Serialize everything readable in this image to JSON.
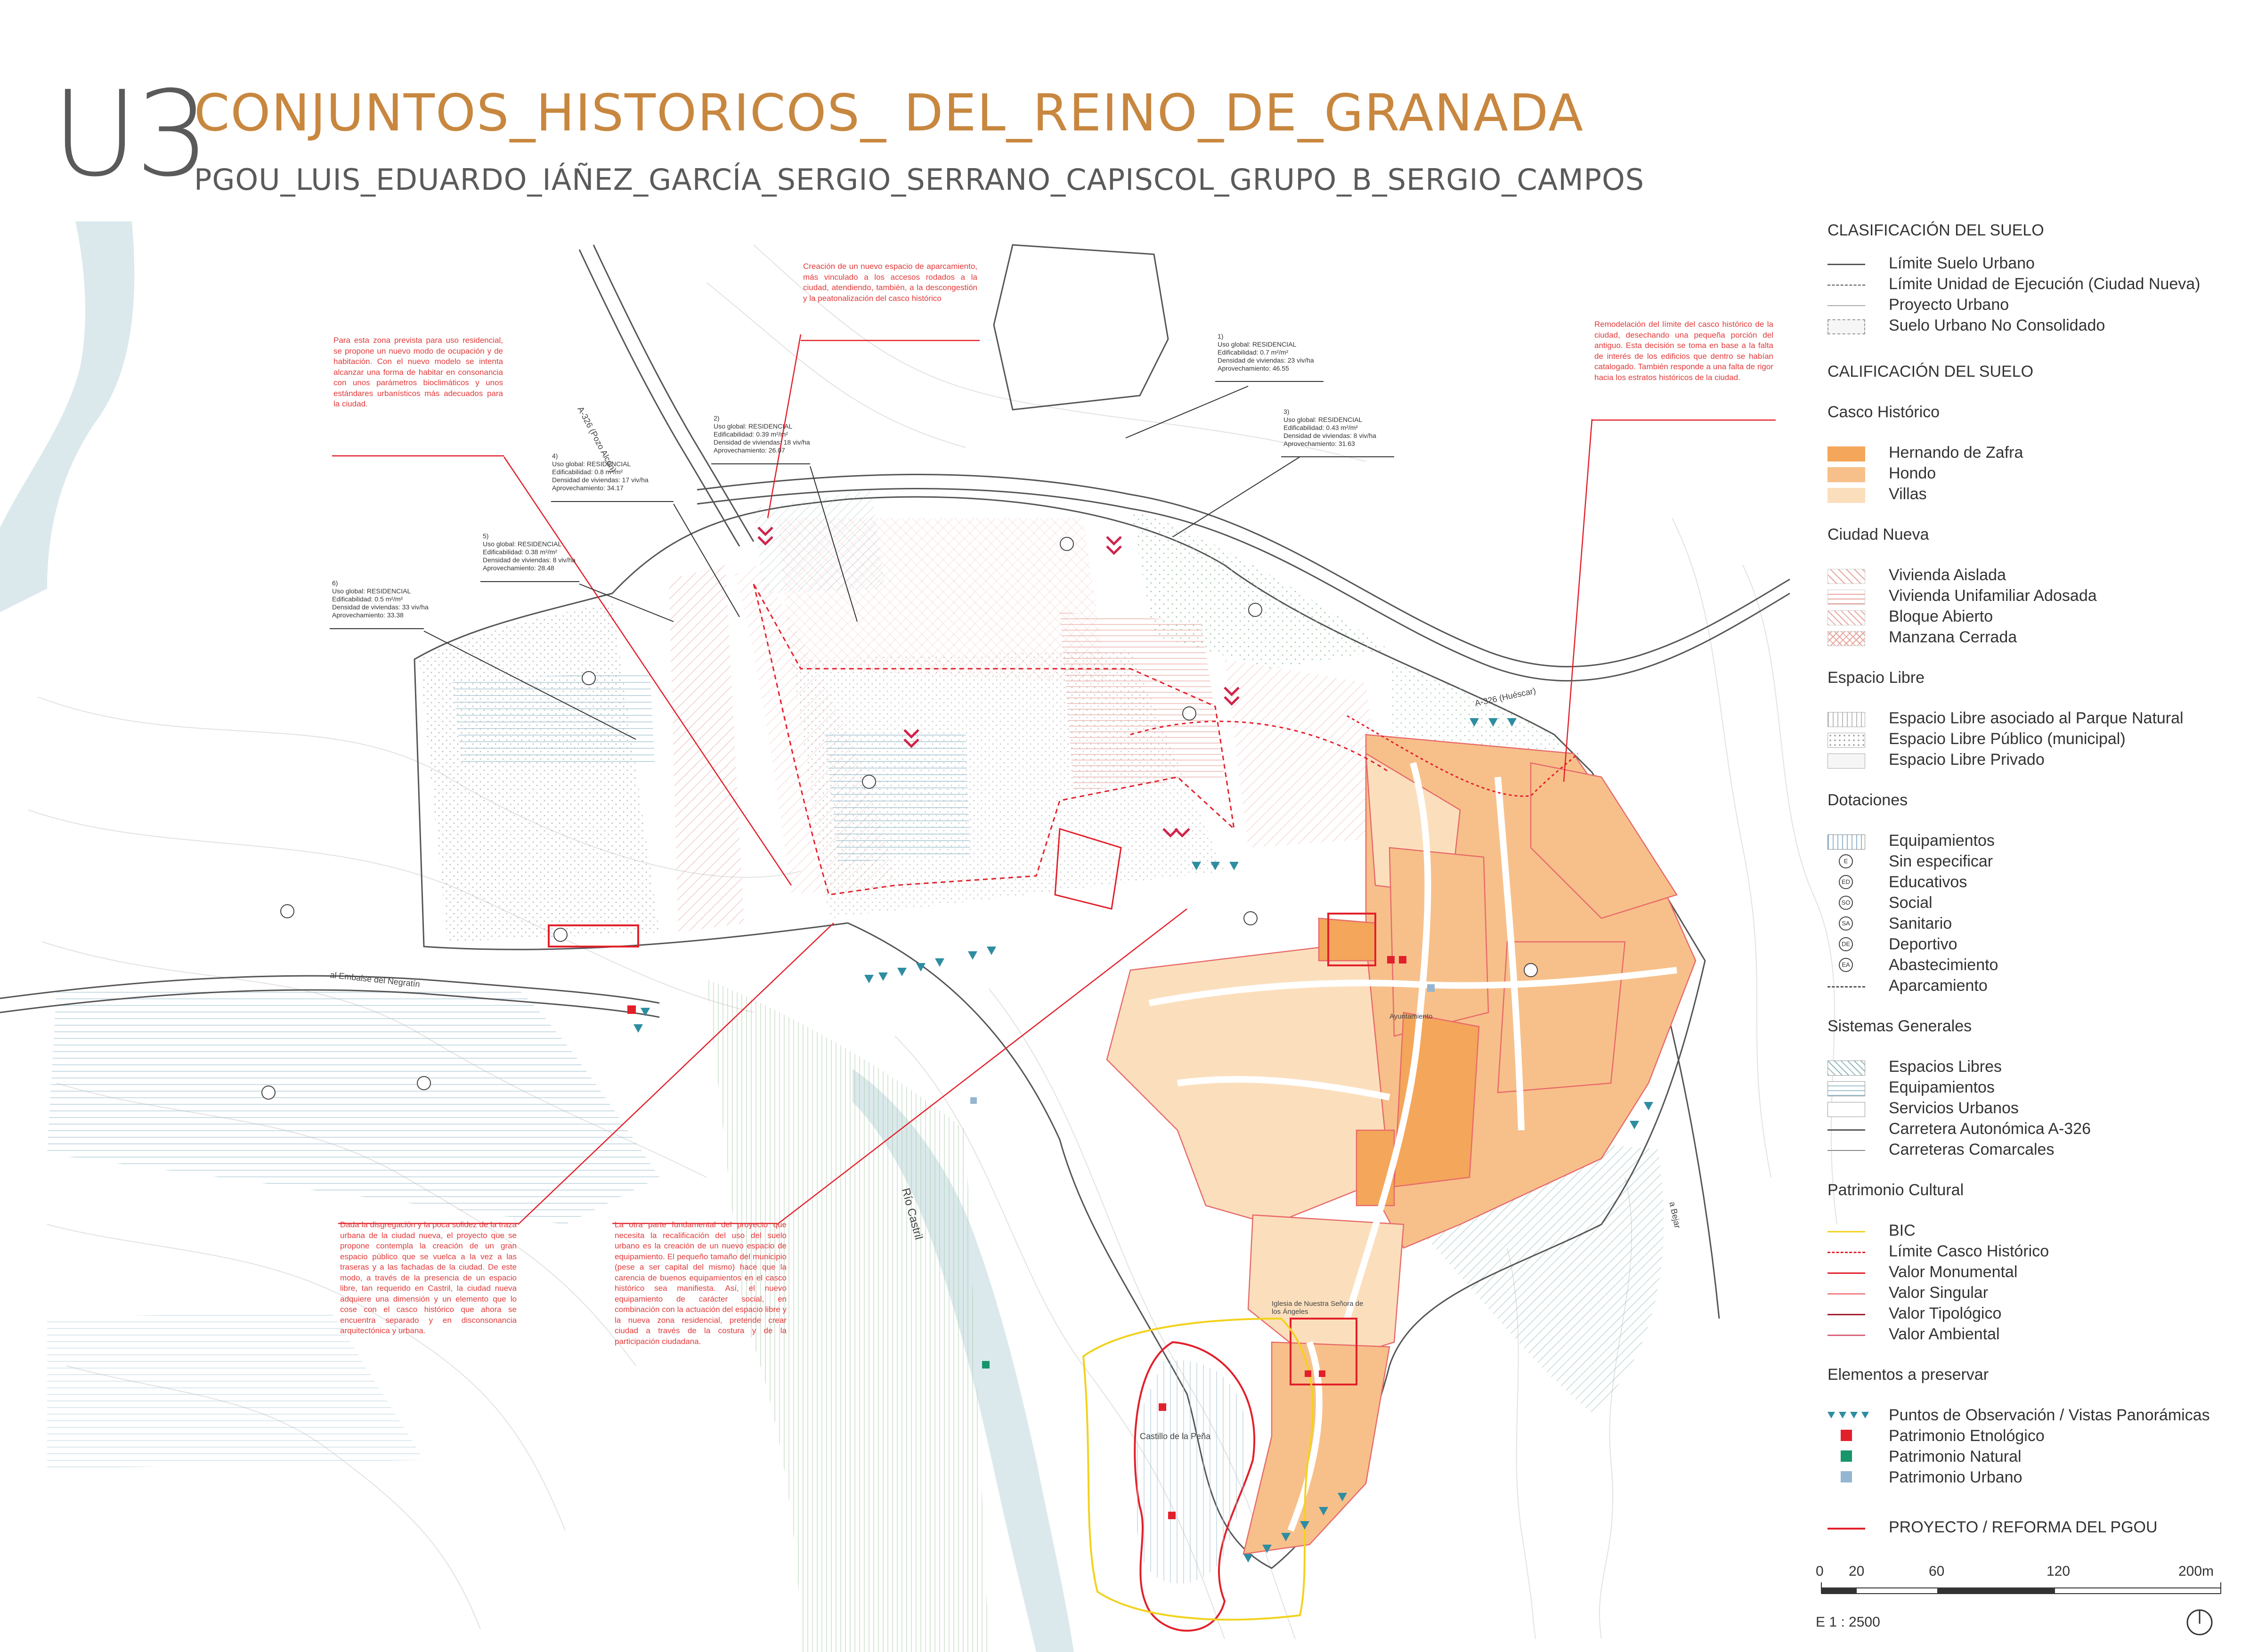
{
  "header": {
    "code": "U3",
    "title": "CONJUNTOS_HISTORICOS_ DEL_REINO_DE_GRANADA",
    "subtitle": "PGOU_LUIS_EDUARDO_IÁÑEZ_GARCÍA_SERGIO_SERRANO_CAPISCOL_GRUPO_B_SERGIO_CAMPOS"
  },
  "colors": {
    "hernando": "#f4a65a",
    "hondo": "#f7c08a",
    "villas": "#fbdfbd",
    "red": "#e2202b",
    "water": "#dbe9ec",
    "bic": "#f2d21e",
    "title_orange": "#c8873f"
  },
  "notes": {
    "n1": "Para esta zona prevista para uso residencial, se propone un nuevo modo de ocupación y de habitación. Con el nuevo modelo se intenta alcanzar una forma de habitar en consonancia con unos parámetros bioclimáticos y unos estándares urbanísticos más adecuados para la ciudad.",
    "n2": "Creación de un nuevo espacio de aparcamiento, más vinculado a los accesos rodados a la ciudad, atendiendo, también, a la descongestión y la peatonalización del casco histórico",
    "n3": "Remodelación del límite del casco histórico de la ciudad, desechando una pequeña porción del antiguo. Esta decisión se toma en base a la falta de interés de los edificios que dentro se habían catalogado. También responde a una falta de rigor hacia los estratos históricos de la ciudad.",
    "n4": "Dada la disgregación y la poca solidez de la traza urbana de la ciudad nueva, el proyecto que se propone contempla la creación de un gran espacio público que se vuelca a la vez a las traseras y a las fachadas de la ciudad. De este modo, a través de la presencia de un espacio libre, tan requerido en Castril, la ciudad nueva adquiere una dimensión y un elemento que lo cose con el casco histórico que ahora se encuentra separado y en disconsonancia arquitectónica y urbana.",
    "n5": "La otra parte fundamental del proyecto que necesita la recalificación del uso del suelo urbano es la creación de un nuevo espacio de equipamiento. El pequeño tamaño del municipio (pese a ser capital del mismo) hace que la carencia de buenos equipamientos en el casco histórico sea manifiesta. Así, el nuevo equipamiento de carácter social, en combinación con la actuación del espacio libre y la nueva zona residencial, pretende crear ciudad a través de la costura y de la participación ciudadana."
  },
  "insets": [
    {
      "num": "1)",
      "l1": "Uso global: RESIDENCIAL",
      "l2": "Edificabilidad: 0.7 m²/m²",
      "l3": "Densidad de viviendas: 23 viv/ha",
      "l4": "Aprovechamiento: 46.55"
    },
    {
      "num": "2)",
      "l1": "Uso global: RESIDENCIAL",
      "l2": "Edificabilidad: 0.39 m²/m²",
      "l3": "Densidad de viviendas: 18 viv/ha",
      "l4": "Aprovechamiento: 26.07"
    },
    {
      "num": "3)",
      "l1": "Uso global: RESIDENCIAL",
      "l2": "Edificabilidad: 0.43 m²/m²",
      "l3": "Densidad de viviendas: 8 viv/ha",
      "l4": "Aprovechamiento: 31.63"
    },
    {
      "num": "4)",
      "l1": "Uso global: RESIDENCIAL",
      "l2": "Edificabilidad: 0.8 m²/m²",
      "l3": "Densidad de viviendas: 17 viv/ha",
      "l4": "Aprovechamiento: 34.17"
    },
    {
      "num": "5)",
      "l1": "Uso global: RESIDENCIAL",
      "l2": "Edificabilidad: 0.38 m²/m²",
      "l3": "Densidad de viviendas: 8 viv/ha",
      "l4": "Aprovechamiento: 28.48"
    },
    {
      "num": "6)",
      "l1": "Uso global: RESIDENCIAL",
      "l2": "Edificabilidad: 0.5 m²/m²",
      "l3": "Densidad de viviendas: 33 viv/ha",
      "l4": "Aprovechamiento: 33.38"
    }
  ],
  "map_labels": {
    "road_a": "A-326 (Pozo Alcón)",
    "road_b": "A-326 (Huéscar)",
    "road_c": "al Embalse del Negratín",
    "river": "Río Castril",
    "road_d": "a Bejar",
    "castle": "Castillo de la Peña",
    "church": "Iglesia de Nuestra Señora de los Ángeles",
    "ayto": "Ayuntamiento"
  },
  "legend": {
    "h_clasificacion": "CLASIFICACIÓN DEL SUELO",
    "limite_urbano": "Límite Suelo Urbano",
    "limite_ue": "Límite Unidad de Ejecución (Ciudad Nueva)",
    "proyecto_urbano": "Proyecto Urbano",
    "suelo_nc": "Suelo Urbano No Consolidado",
    "h_calificacion": "CALIFICACIÓN DEL SUELO",
    "h_casco": "Casco Histórico",
    "hernando": "Hernando de Zafra",
    "hondo": "Hondo",
    "villas": "Villas",
    "h_ciudad_nueva": "Ciudad Nueva",
    "vivienda_aislada": "Vivienda Aislada",
    "vivienda_adosada": "Vivienda Unifamiliar Adosada",
    "bloque_abierto": "Bloque Abierto",
    "manzana_cerrada": "Manzana Cerrada",
    "h_espacio_libre": "Espacio Libre",
    "el_parque": "Espacio Libre asociado al Parque Natural",
    "el_publico": "Espacio Libre Público (municipal)",
    "el_privado": "Espacio Libre Privado",
    "h_dotaciones": "Dotaciones",
    "equipamientos": "Equipamientos",
    "sin_especificar": "Sin especificar",
    "educativos": "Educativos",
    "social": "Social",
    "sanitario": "Sanitario",
    "deportivo": "Deportivo",
    "abastecimiento": "Abastecimiento",
    "aparcamiento": "Aparcamiento",
    "h_sistemas": "Sistemas Generales",
    "sg_espacios": "Espacios Libres",
    "sg_equip": "Equipamientos",
    "sg_servicios": "Servicios Urbanos",
    "sg_carretera_a": "Carretera Autonómica A-326",
    "sg_carreteras_c": "Carreteras Comarcales",
    "h_patrimonio": "Patrimonio Cultural",
    "bic": "BIC",
    "limite_casco": "Límite Casco Histórico",
    "valor_monumental": "Valor Monumental",
    "valor_singular": "Valor Singular",
    "valor_tipologico": "Valor Tipológico",
    "valor_ambiental": "Valor Ambiental",
    "h_elementos": "Elementos a preservar",
    "puntos_obs": "Puntos de Observación / Vistas Panorámicas",
    "pat_etnologico": "Patrimonio Etnológico",
    "pat_natural": "Patrimonio Natural",
    "pat_urbano": "Patrimonio Urbano",
    "proyecto_reforma": "PROYECTO / REFORMA DEL PGOU",
    "sym_e": "E",
    "sym_ed": "ED",
    "sym_so": "SO",
    "sym_sa": "SA",
    "sym_de": "DE",
    "sym_ea": "EA"
  },
  "scale": {
    "t0": "0",
    "t1": "20",
    "t2": "60",
    "t3": "120",
    "t4": "200m",
    "ratio": "E 1 : 2500"
  }
}
